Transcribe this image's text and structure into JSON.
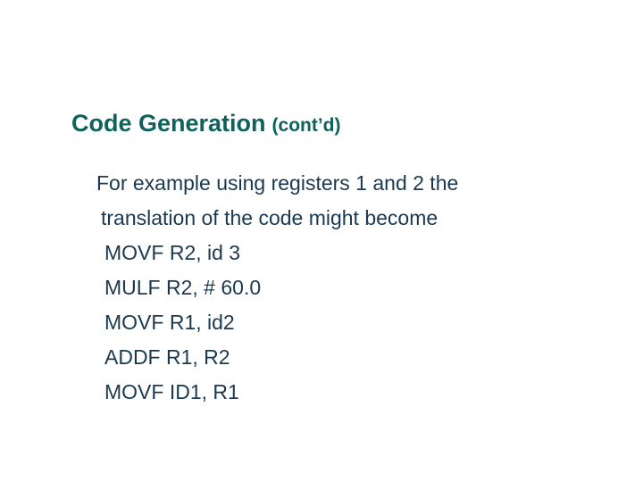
{
  "slide": {
    "title": {
      "main": "Code Generation",
      "suffix": "(cont’d)",
      "color": "#0F625C"
    },
    "body": {
      "color": "#1A3950",
      "intro": [
        "For example using registers 1 and 2 the",
        "translation of the code might become"
      ],
      "code": [
        "MOVF R2, id 3",
        "MULF R2, # 60.0",
        "MOVF R1, id2",
        "ADDF R1, R2",
        "MOVF ID1, R1"
      ]
    },
    "background": "#ffffff"
  }
}
